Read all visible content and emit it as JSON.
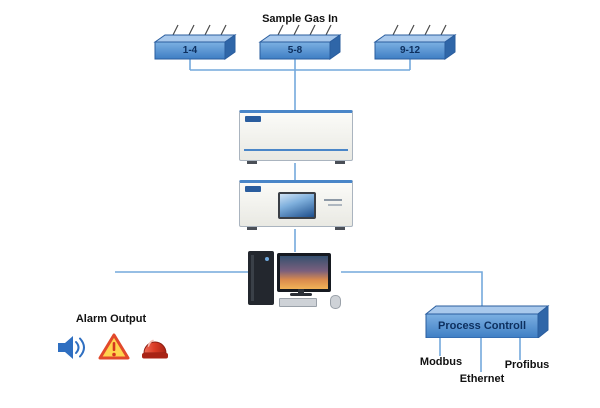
{
  "title": "Sample Gas In",
  "manifolds": [
    {
      "label": "1-4"
    },
    {
      "label": "5-8"
    },
    {
      "label": "9-12"
    }
  ],
  "alarm_output": {
    "label": "Alarm Output",
    "icons": [
      "speaker-icon",
      "warning-triangle-icon",
      "siren-icon"
    ]
  },
  "process_controller": {
    "label": "Process Controll",
    "outputs": [
      "Modbus",
      "Ethernet",
      "Profibus"
    ]
  },
  "colors": {
    "line": "#74a9dc",
    "accent": "#2a5d9e",
    "boxBlue": "#4e88cc",
    "alarmRed": "#c0392b",
    "warningYellow": "#ffd34d",
    "speakerBlue": "#2f6fc1"
  }
}
